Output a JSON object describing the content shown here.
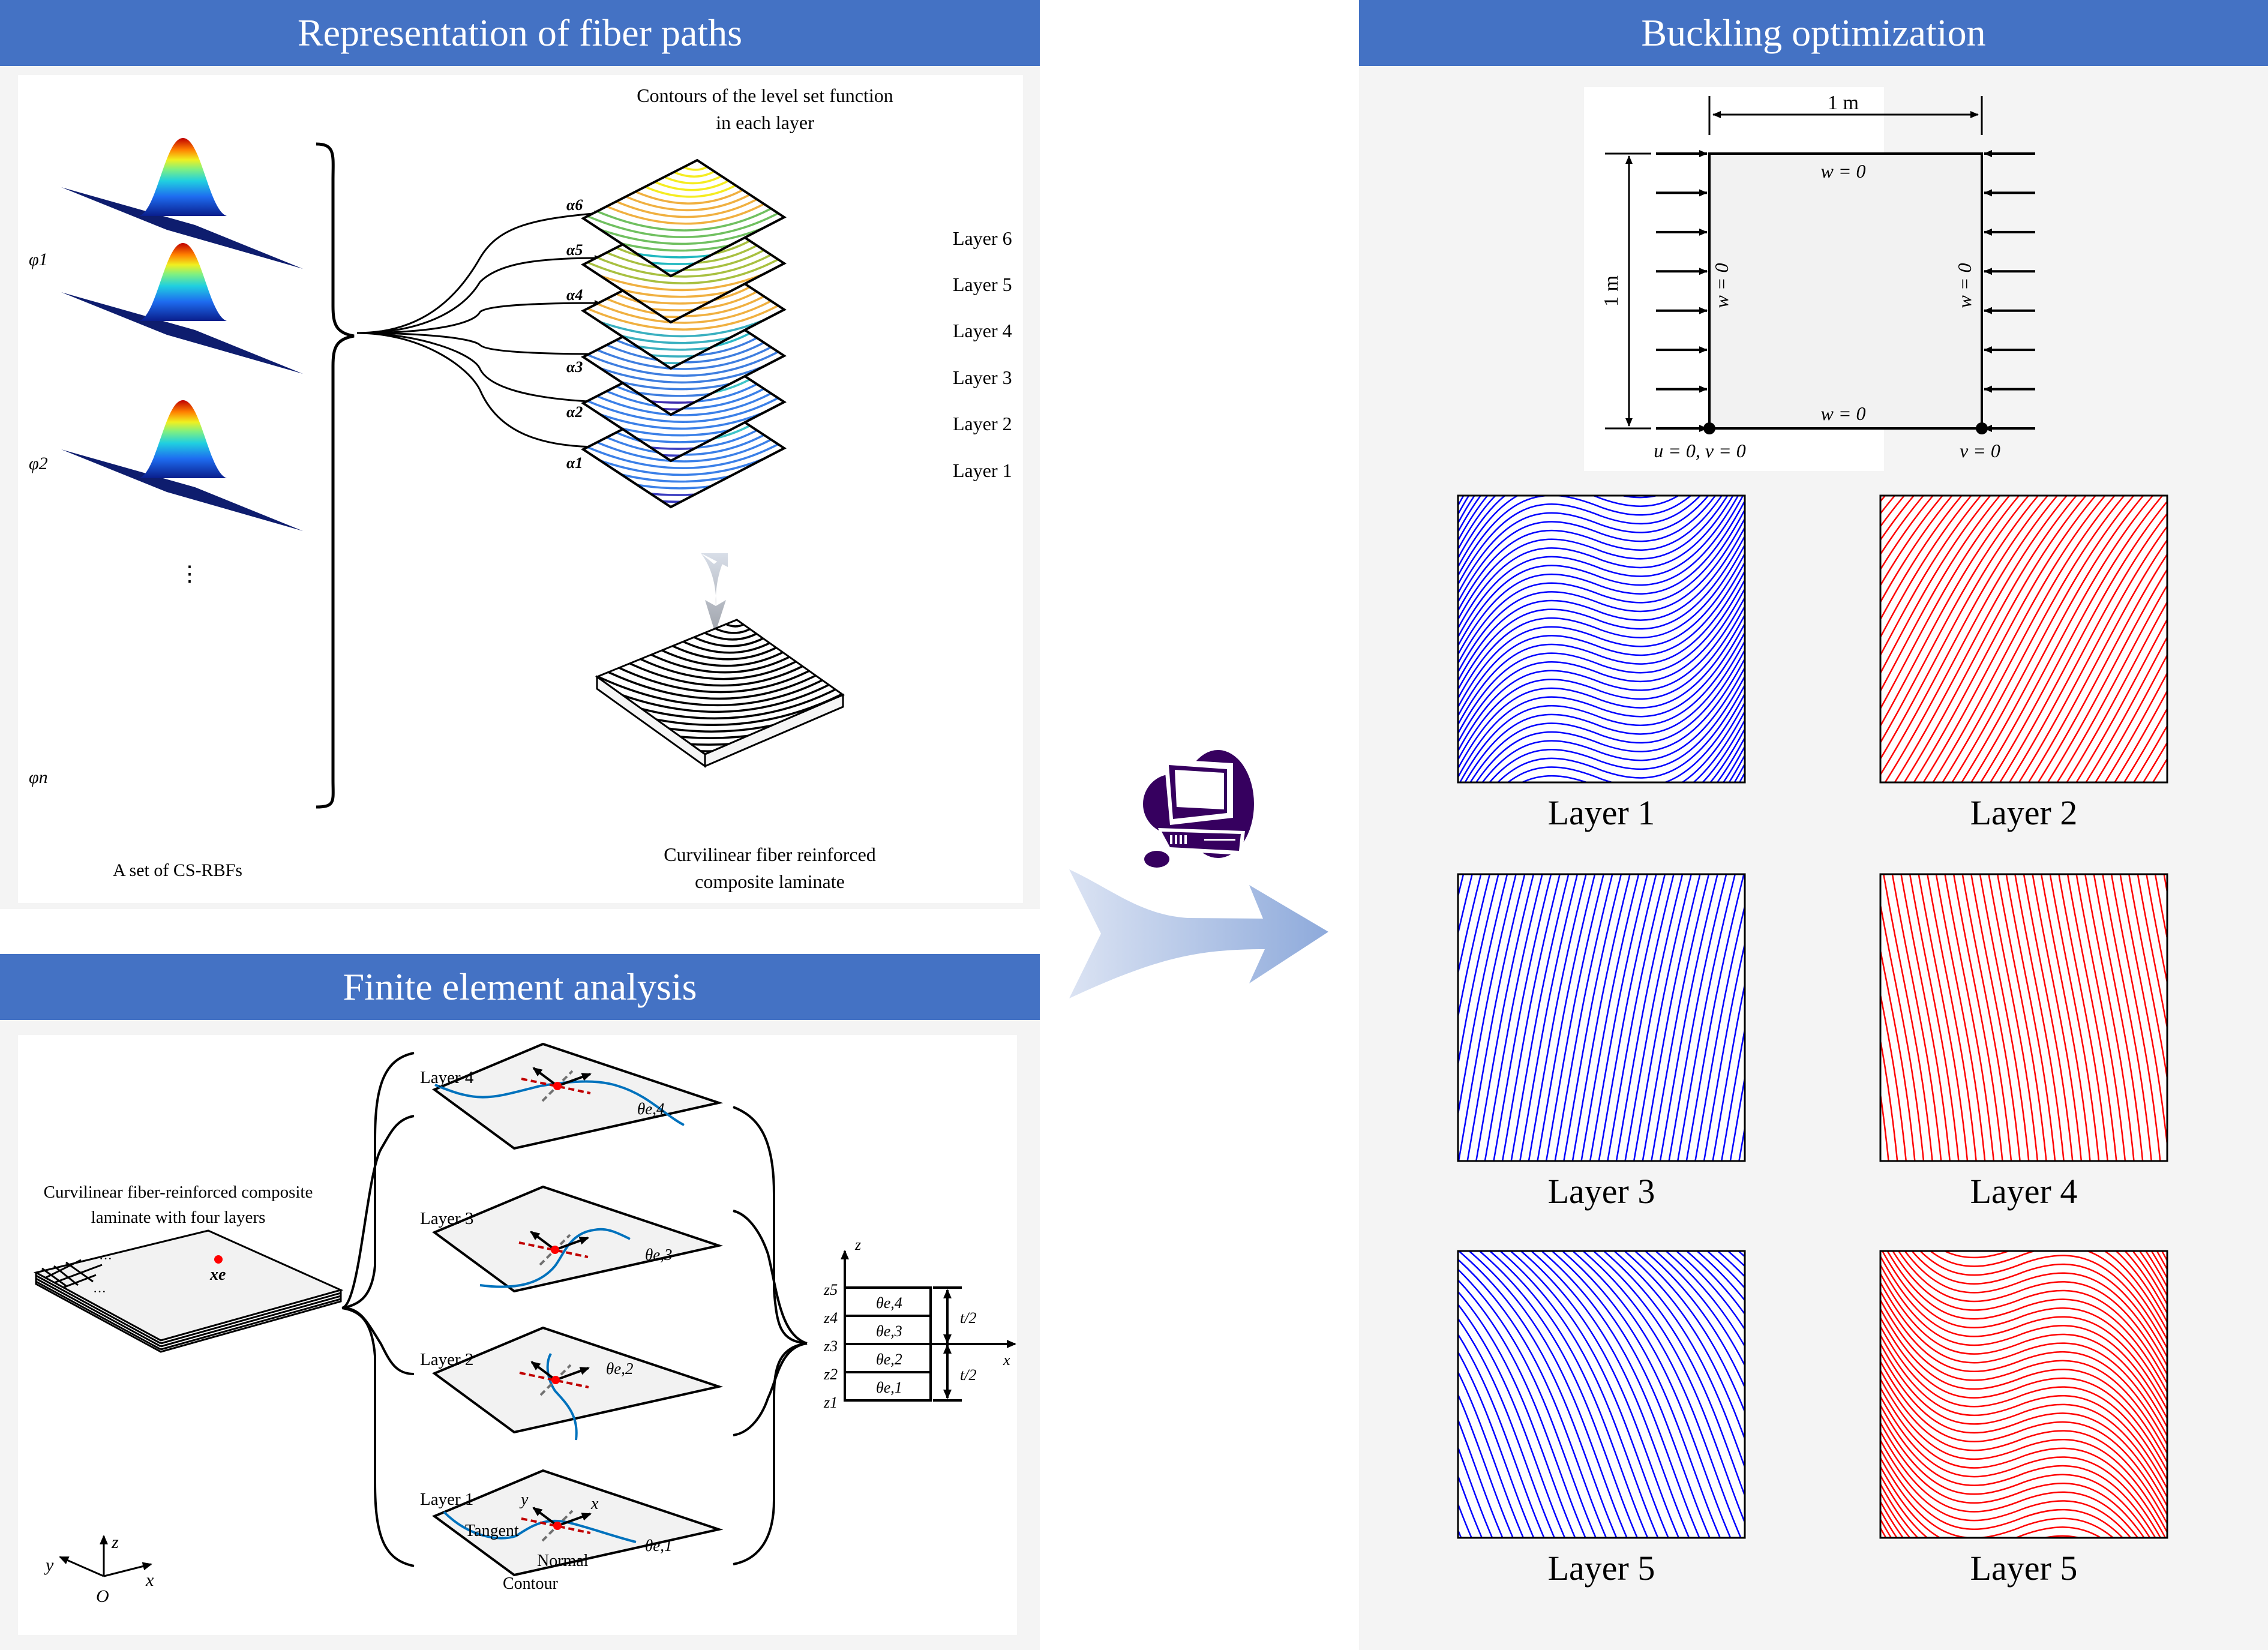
{
  "panels": {
    "fiber_paths": {
      "title": "Representation of fiber paths",
      "rbf_caption": "A set of CS-RBFs",
      "rbf_labels": [
        "φ1",
        "φ2",
        "φn"
      ],
      "rbf_ellipsis": "⋮",
      "contours_caption_line1": "Contours of the level set function",
      "contours_caption_line2": "in each layer",
      "alpha_labels": [
        "α6",
        "α5",
        "α4",
        "α3",
        "α2",
        "α1"
      ],
      "layer_labels": [
        "Layer 6",
        "Layer 5",
        "Layer 4",
        "Layer 3",
        "Layer 2",
        "Layer 1"
      ],
      "laminate_caption_line1": "Curvilinear fiber reinforced",
      "laminate_caption_line2": "composite laminate"
    },
    "fea": {
      "title": "Finite element analysis",
      "laminate_caption_line1": "Curvilinear fiber-reinforced composite",
      "laminate_caption_line2": "laminate with four layers",
      "element_label": "xe",
      "axes": {
        "x": "x",
        "y": "y",
        "z": "z",
        "origin": "O"
      },
      "layer_labels": [
        "Layer 4",
        "Layer 3",
        "Layer 2",
        "Layer 1"
      ],
      "theta_labels": [
        "θe,4",
        "θe,3",
        "θe,2",
        "θe,1"
      ],
      "annotations": {
        "tangent": "Tangent",
        "normal": "Normal",
        "contour": "Contour",
        "local_x": "x",
        "local_y": "y"
      },
      "stack": {
        "z_labels": [
          "z5",
          "z4",
          "z3",
          "z2",
          "z1"
        ],
        "ply_labels": [
          "θe,4",
          "θe,3",
          "θe,2",
          "θe,1"
        ],
        "half_thickness_upper": "t/2",
        "half_thickness_lower": "t/2",
        "axis_x": "x",
        "axis_z": "z"
      }
    },
    "buckling": {
      "title": "Buckling optimization",
      "plate": {
        "width_label": "1 m",
        "height_label": "1 m",
        "bc_top": "w = 0",
        "bc_bottom": "w = 0",
        "bc_left": "w = 0",
        "bc_right": "w = 0",
        "corner_left": "u = 0, v = 0",
        "corner_right": "v = 0"
      },
      "results": [
        {
          "label": "Layer 1",
          "color": "#0000ff"
        },
        {
          "label": "Layer 2",
          "color": "#ff0000"
        },
        {
          "label": "Layer 3",
          "color": "#0000ff"
        },
        {
          "label": "Layer 4",
          "color": "#ff0000"
        },
        {
          "label": "Layer 5",
          "color": "#0000ff"
        },
        {
          "label": "Layer 5",
          "color": "#ff0000"
        }
      ]
    }
  },
  "colors": {
    "header": "#4472c4",
    "panel_bg": "#f4f4f4",
    "computer_icon": "#36005f",
    "fiber_blue": "#0072bd",
    "marker_red": "#ff0000"
  }
}
